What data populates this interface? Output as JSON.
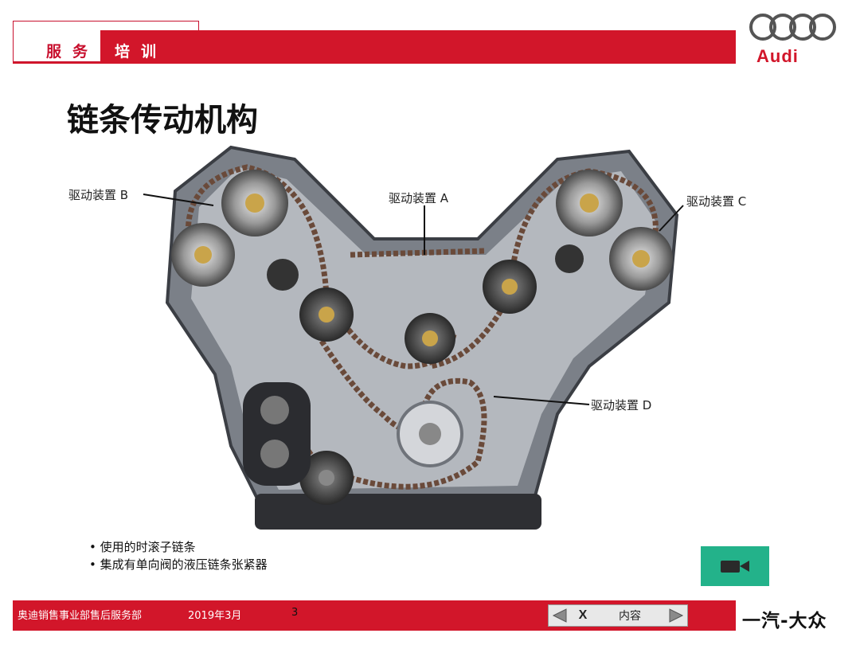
{
  "header": {
    "label_part1": "服务",
    "label_part2": "培训",
    "brand_logo_text": "Audi"
  },
  "slide": {
    "title": "链条传动机构",
    "callouts": {
      "drive_b": "驱动装置 B",
      "drive_a": "驱动装置 A",
      "drive_c": "驱动装置 C",
      "drive_d": "驱动装置 D"
    },
    "bullets": [
      "使用的时滚子链条",
      "集成有单向阀的液压链条张紧器"
    ]
  },
  "video_button": {
    "icon": "video-camera-icon"
  },
  "footer": {
    "department": "奥迪销售事业部售后服务部",
    "date": "2019年3月",
    "page_number": "3",
    "nav": {
      "prev_icon": "triangle-left-icon",
      "exit_label": "X",
      "contents_label": "内容",
      "next_icon": "triangle-right-icon"
    },
    "brand": "一汽-大众"
  },
  "colors": {
    "accent_red": "#d2162a",
    "video_green": "#23b28a"
  }
}
